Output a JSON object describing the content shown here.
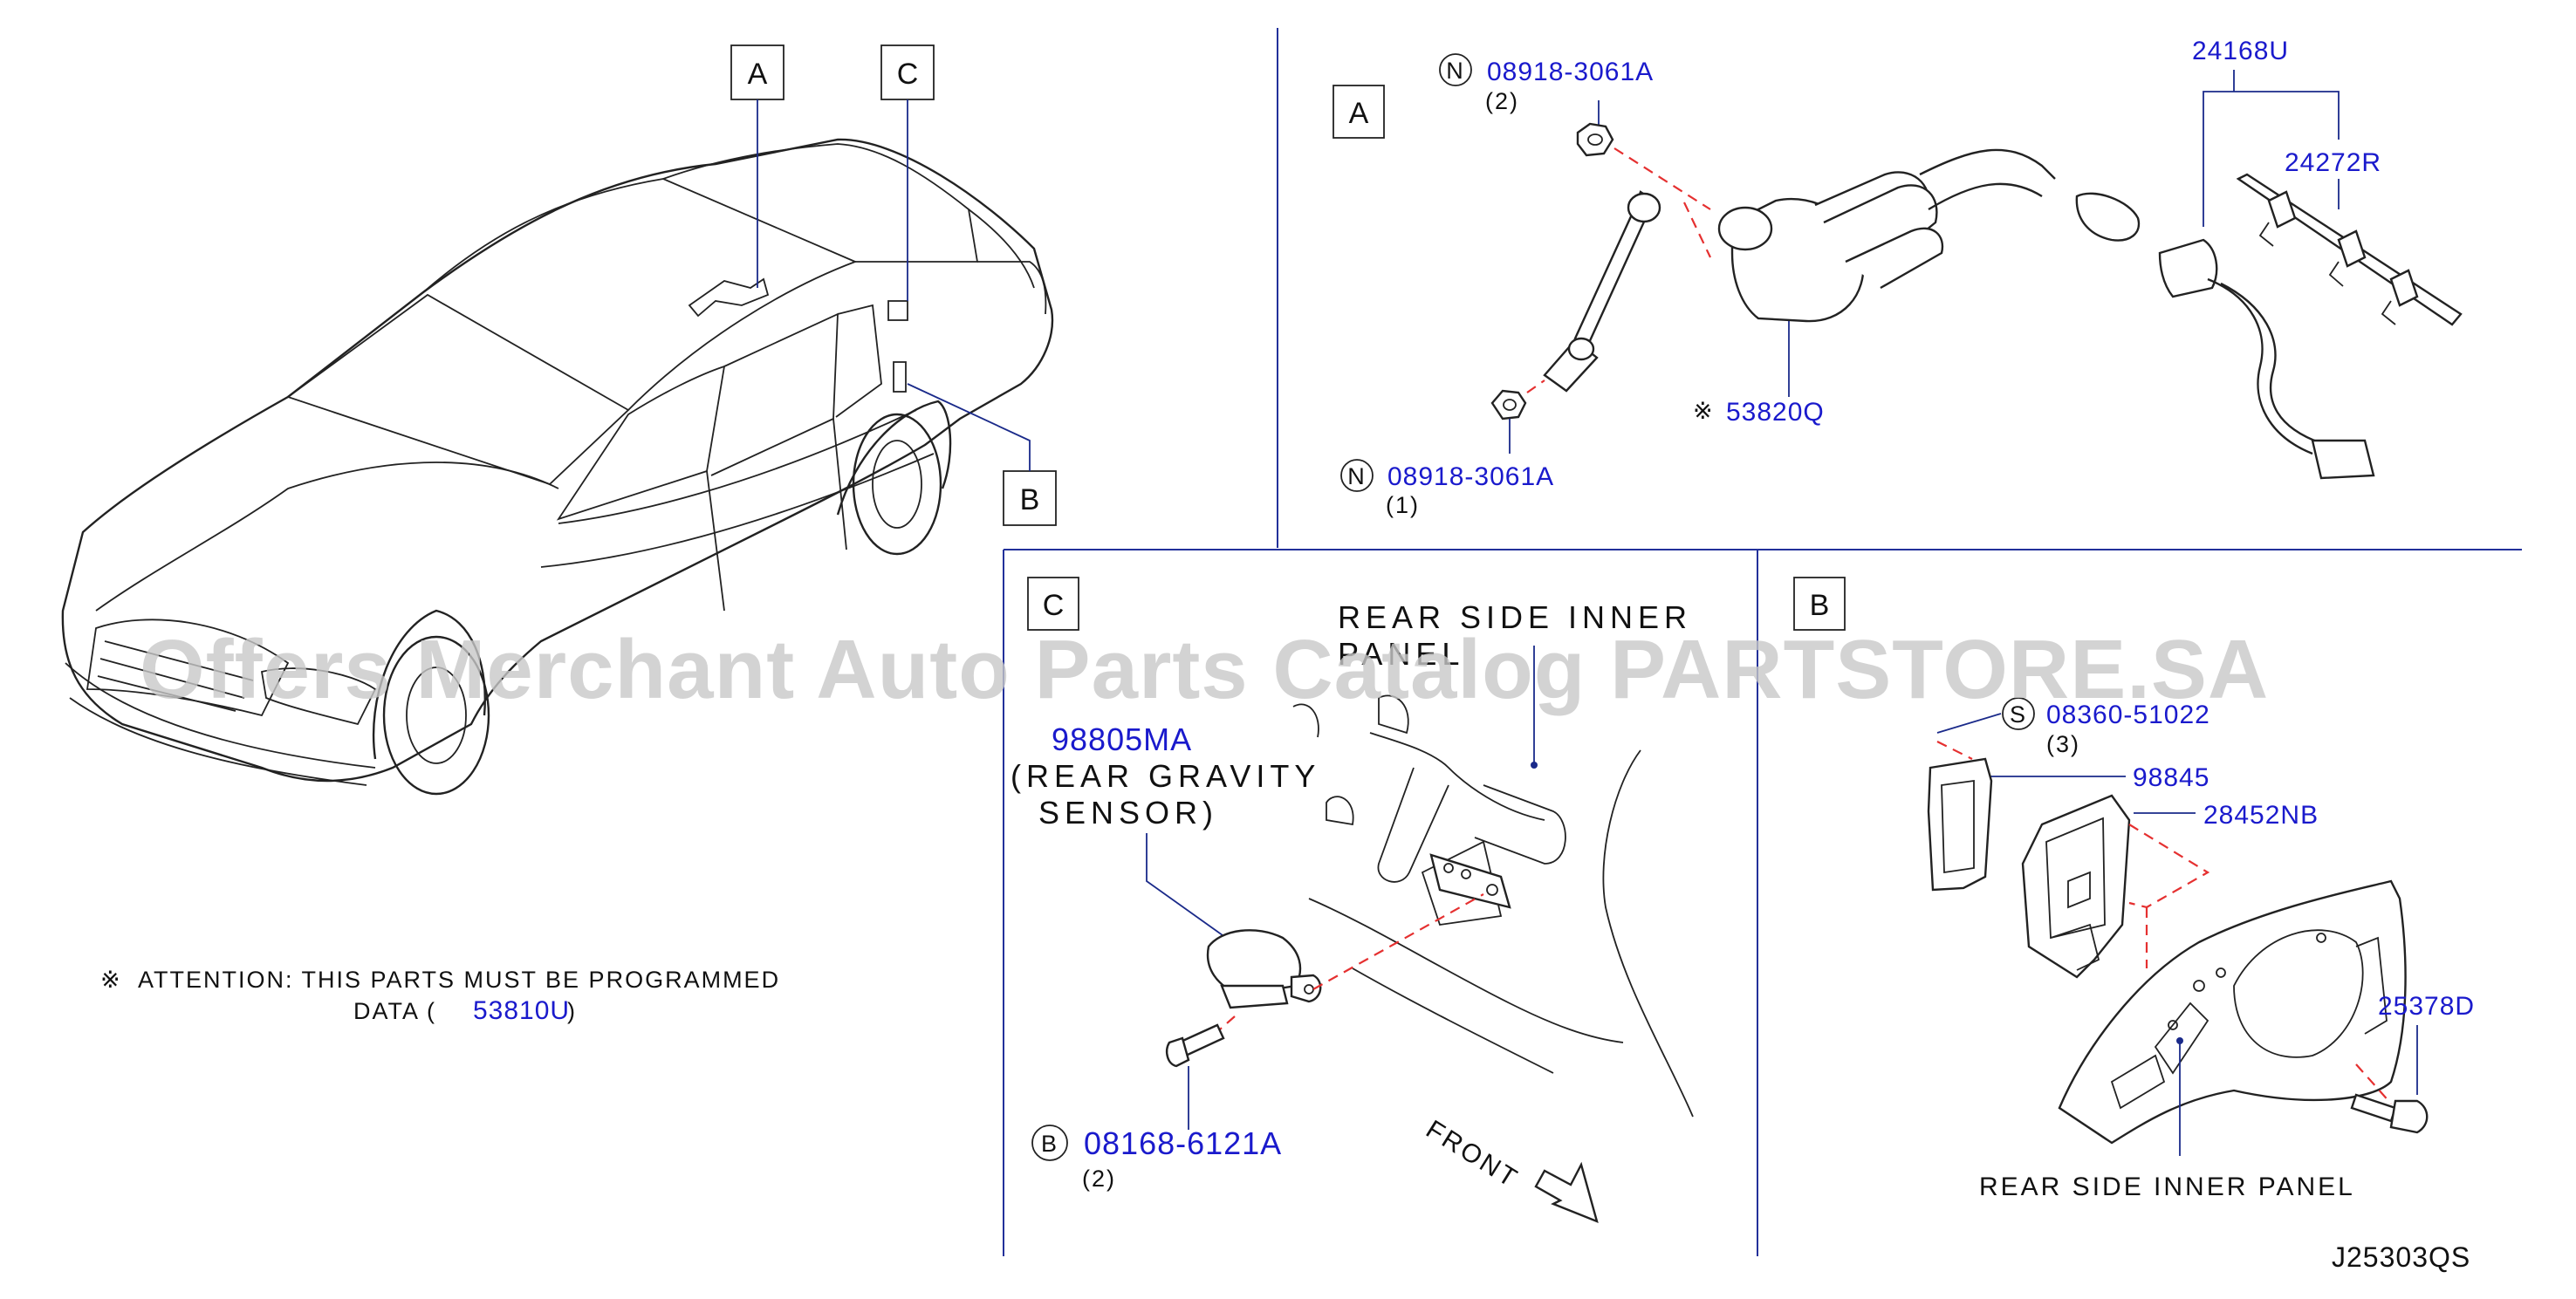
{
  "watermark": "Offers Merchant Auto Parts Catalog PARTSTORE.SA",
  "overview": {
    "callout_a": "A",
    "callout_b": "B",
    "callout_c": "C",
    "attention_symbol": "※",
    "attention_line1": "ATTENTION:  THIS  PARTS  MUST  BE  PROGRAMMED",
    "attention_line2_prefix": "DATA  (",
    "attention_part": "53810U",
    "attention_line2_suffix": ")"
  },
  "section_a": {
    "label": "A",
    "nut_top_symbol": "N",
    "nut_top_part": "08918-3061A",
    "nut_top_qty": "(2)",
    "nut_bottom_symbol": "N",
    "nut_bottom_part": "08918-3061A",
    "nut_bottom_qty": "(1)",
    "sensor_symbol": "※",
    "sensor_part": "53820Q",
    "harness_part": "24168U",
    "clip_part": "24272R"
  },
  "section_c": {
    "label": "C",
    "panel_line1": "REAR  SIDE  INNER",
    "panel_line2": "PANEL",
    "sensor_part": "98805MA",
    "sensor_desc1": "(REAR  GRAVITY",
    "sensor_desc2": "SENSOR)",
    "bolt_symbol": "B",
    "bolt_part": "08168-6121A",
    "bolt_qty": "(2)",
    "front_label": "FRONT"
  },
  "section_b": {
    "label": "B",
    "screw_symbol": "S",
    "screw_part": "08360-51022",
    "screw_qty": "(3)",
    "cover_part": "98845",
    "bracket_part": "28452NB",
    "bolt_part": "25378D",
    "panel_label": "REAR  SIDE  INNER  PANEL"
  },
  "diagram_code": "J25303QS",
  "colors": {
    "part_number": "#1a1acc",
    "leader": "#1a2a8a",
    "dashed_guide": "#e53030",
    "frame": "#22309a",
    "watermark": "#c8c8c8"
  }
}
